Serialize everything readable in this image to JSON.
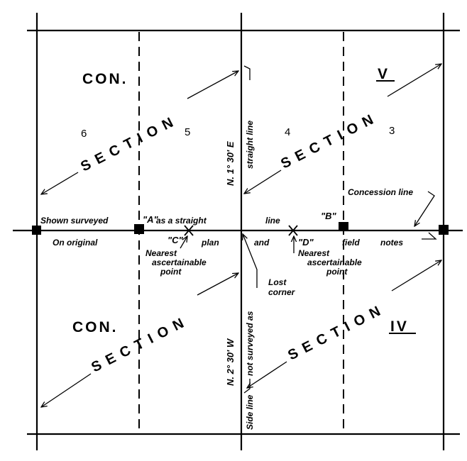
{
  "concessions": {
    "upper_label": "CON.",
    "upper_numeral": "V",
    "lower_label": "CON.",
    "lower_numeral": "IV"
  },
  "sections": {
    "upper_left": "SECTION",
    "upper_right": "SECTION",
    "lower_left": "SECTION",
    "lower_right": "SECTION"
  },
  "lot_numbers": [
    "6",
    "5",
    "4",
    "3"
  ],
  "bearings": {
    "north": "N. 1° 30' E",
    "north_note": "straight line",
    "south": "N. 2° 30' W",
    "south_note_a": "not surveyed as",
    "south_note_b": "Side line"
  },
  "points": {
    "a": "\"A\"",
    "b": "\"B\"",
    "c": "\"C\"",
    "d": "\"D\""
  },
  "concession_line": {
    "upper_text_1": "Shown surveyed",
    "upper_text_2": "as a straight",
    "upper_text_3": "line",
    "lower_text_1": "On original",
    "lower_text_2": "plan",
    "lower_text_3": "and",
    "lower_text_4": "field",
    "lower_text_5": "notes",
    "callout": "Concession line"
  },
  "callouts": {
    "nearest_1": "Nearest",
    "ascertainable": "ascertainable",
    "point": "point",
    "lost_1": "Lost",
    "lost_2": "corner"
  }
}
